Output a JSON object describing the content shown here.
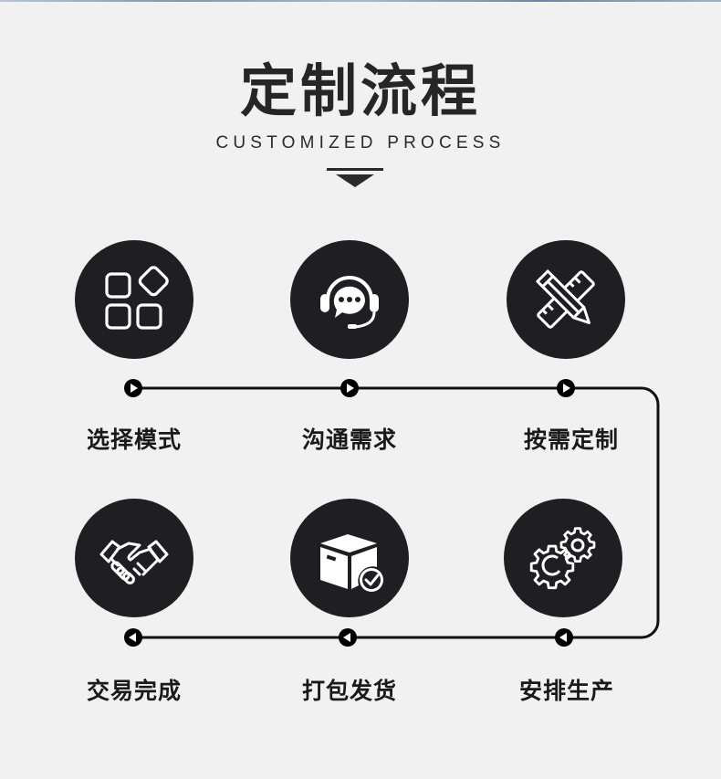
{
  "header": {
    "title": "定制流程",
    "subtitle": "CUSTOMIZED PROCESS"
  },
  "colors": {
    "background": "#f1f1f1",
    "circle": "#1f1e22",
    "text": "#1a1a1a"
  },
  "steps": [
    {
      "label": "选择模式",
      "icon": "grid-icon",
      "direction": "right"
    },
    {
      "label": "沟通需求",
      "icon": "headset-chat-icon",
      "direction": "right"
    },
    {
      "label": "按需定制",
      "icon": "pencil-ruler-icon",
      "direction": "right"
    },
    {
      "label": "安排生产",
      "icon": "gears-icon",
      "direction": "left"
    },
    {
      "label": "打包发货",
      "icon": "package-check-icon",
      "direction": "left"
    },
    {
      "label": "交易完成",
      "icon": "handshake-icon",
      "direction": "left"
    }
  ]
}
